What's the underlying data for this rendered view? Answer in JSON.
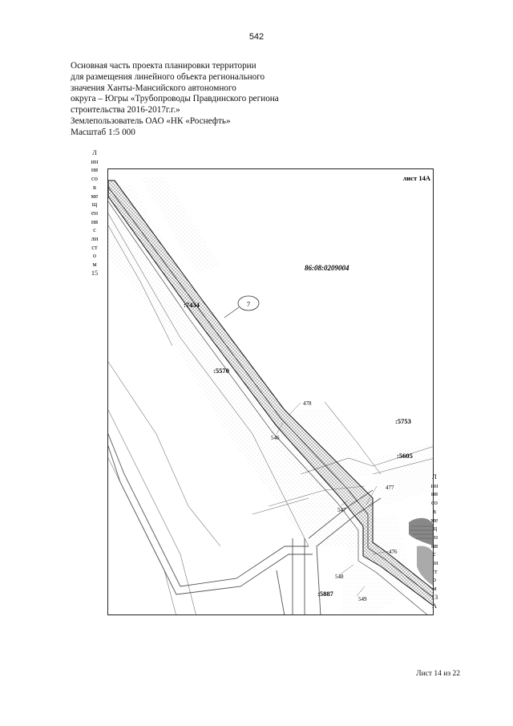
{
  "page_number": "542",
  "header": {
    "lines": [
      "Основная часть проекта планировки территории",
      "для размещения линейного объекта регионального",
      "значения Ханты-Мансийского автономного",
      "округа – Югры «Трубопроводы Правдинского региона",
      "строительства 2016-2017г.г.»",
      "Землепользователь ОАО «НК «Роснефть»",
      "Масштаб 1:5 000"
    ]
  },
  "side_labels": {
    "left": [
      "Л",
      "ин",
      "ия",
      "со",
      "в",
      "ме",
      "щ",
      "ен",
      "ия",
      "с",
      "ли",
      "ст",
      "о",
      "м",
      "15"
    ],
    "right": [
      "Л",
      "ин",
      "ия",
      "со",
      "в",
      "ме",
      "щ",
      "ен",
      "ия",
      "с",
      "ли",
      "ст",
      "о",
      "м",
      "13",
      "А"
    ]
  },
  "map": {
    "sheet_label": "лист 14А",
    "cadastral_quarter": "86:08:0209004",
    "parcels": [
      ":7434",
      ":5570",
      ":5753",
      ":5605",
      ":5887"
    ],
    "object_marker": "7",
    "point_labels": [
      "478",
      "546",
      "477",
      "547",
      "476",
      "548",
      "549"
    ]
  },
  "footer": {
    "sheet_counter": "Лист 14 из 22"
  }
}
